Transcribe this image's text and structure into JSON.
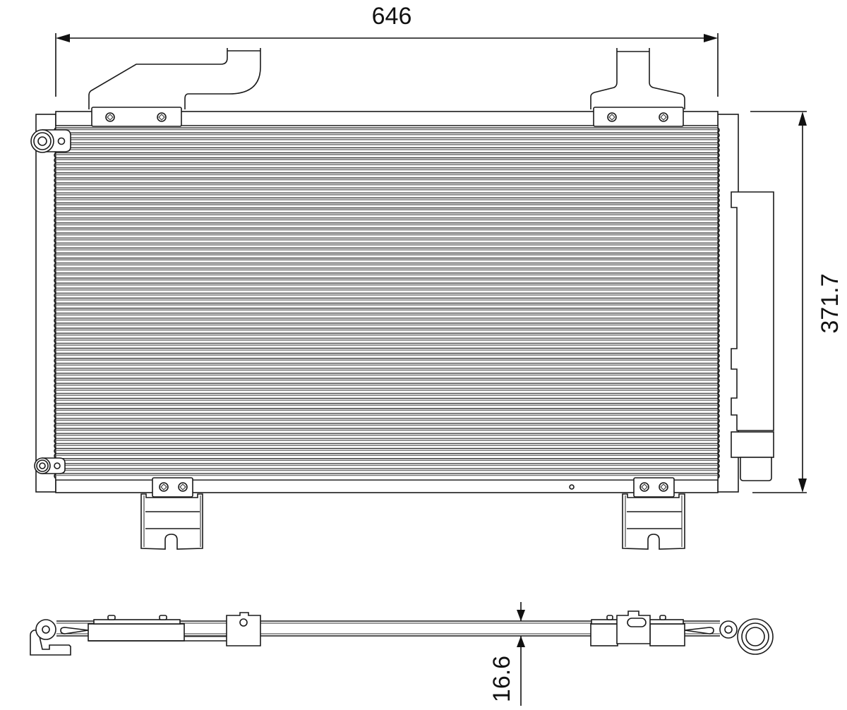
{
  "drawing": {
    "subject": "A/C condenser with receiver-drier",
    "views": [
      "front-view",
      "top-view"
    ],
    "stroke_color": "#1a1a1a",
    "background": "#ffffff"
  },
  "dimensions": {
    "width": {
      "label": "646"
    },
    "height": {
      "label": "371.7"
    },
    "depth": {
      "label": "16.6"
    }
  },
  "core": {
    "tube_count": 70
  }
}
